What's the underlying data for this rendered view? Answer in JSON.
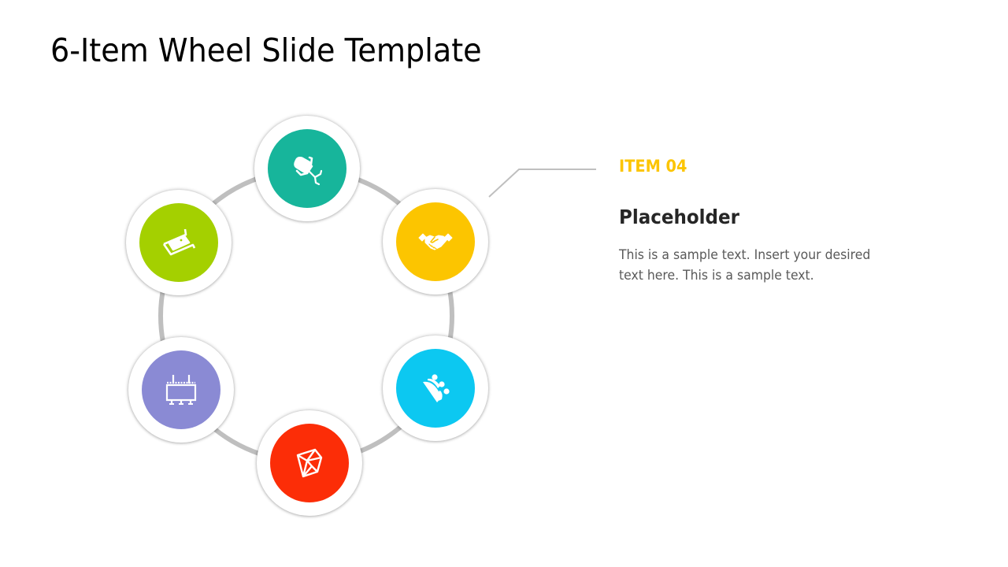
{
  "slide": {
    "title": "6-Item Wheel Slide Template"
  },
  "wheel": {
    "ring_color": "#bfbfbf",
    "items": [
      {
        "id": "item-01",
        "icon": "office-chair-icon",
        "color": "#17b59b",
        "position": "top"
      },
      {
        "id": "item-02",
        "icon": "handshake-icon",
        "color": "#fcc500",
        "position": "upper-right"
      },
      {
        "id": "item-03",
        "icon": "audience-crowd-icon",
        "color": "#0cc8f1",
        "position": "lower-right"
      },
      {
        "id": "item-04",
        "icon": "gem-crystal-icon",
        "color": "#fc2d07",
        "position": "bottom"
      },
      {
        "id": "item-05",
        "icon": "billboard-sign-icon",
        "color": "#8a8ad4",
        "position": "lower-left"
      },
      {
        "id": "item-06",
        "icon": "desk-drawer-icon",
        "color": "#a4d000",
        "position": "upper-left"
      }
    ]
  },
  "callout": {
    "label": "ITEM 04",
    "label_color": "#fcc500",
    "heading": "Placeholder",
    "body": "This is a sample text. Insert your desired text here. This is a sample text.",
    "connector_color": "#bfbfbf"
  }
}
